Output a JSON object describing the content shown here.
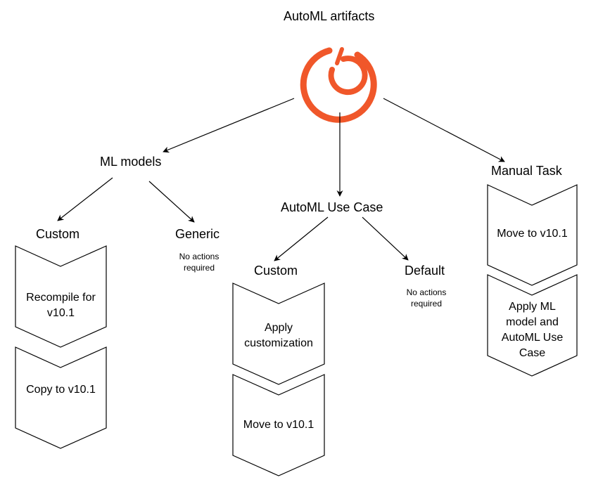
{
  "title": "AutoML artifacts",
  "colors": {
    "logo": "#F0572A",
    "stroke": "#000000",
    "fill": "#FFFFFF"
  },
  "logo_icon": "orange-circular-swirl-logo",
  "ml_models": {
    "label": "ML models",
    "custom": {
      "label": "Custom",
      "steps": [
        "Recompile for v10.1",
        "Copy to v10.1"
      ]
    },
    "generic": {
      "label": "Generic",
      "note": "No actions required"
    }
  },
  "use_case": {
    "label": "AutoML Use Case",
    "custom": {
      "label": "Custom",
      "steps": [
        "Apply customization",
        "Move to v10.1"
      ]
    },
    "default": {
      "label": "Default",
      "note": "No actions required"
    }
  },
  "manual_task": {
    "label": "Manual Task",
    "steps": [
      "Move to v10.1",
      "Apply ML model and AutoML Use Case"
    ]
  }
}
